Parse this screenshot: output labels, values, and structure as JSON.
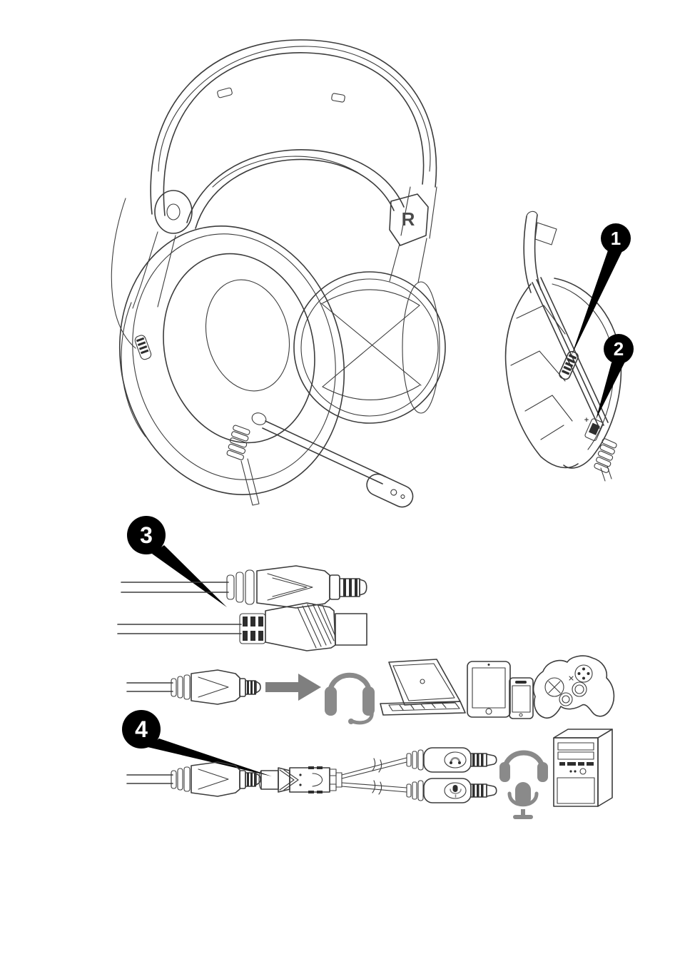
{
  "illustration": {
    "headset": {
      "right_marker": "R"
    },
    "side_view": {
      "volume_plus_label": "+"
    }
  },
  "callouts": [
    {
      "number": "1",
      "points_to": "volume-scroll-wheel"
    },
    {
      "number": "2",
      "points_to": "microphone-mute-switch"
    },
    {
      "number": "3",
      "points_to": "audio-jack-and-usb-plugs"
    },
    {
      "number": "4",
      "points_to": "y-splitter-adapter"
    }
  ],
  "compatibility_row": {
    "cable_icon": "3.5mm-jack-plug",
    "arrow_icon": "right-arrow",
    "device_icons": [
      "gaming-headset",
      "laptop",
      "tablet",
      "smartphone",
      "game-controller"
    ]
  },
  "splitter_row": {
    "cable_icon": "3.5mm-jack-plug",
    "adapter_icon": "y-splitter-adapter",
    "plug_icons": [
      "headphone-plug",
      "microphone-plug"
    ],
    "output_icons": [
      "headphones",
      "microphone"
    ],
    "device_icon": "desktop-pc-tower"
  },
  "colors": {
    "background": "#ffffff",
    "line_art": "#3c3c3c",
    "callout_fill": "#000000",
    "callout_number": "#ffffff",
    "icon_gray": "#8a8a8a",
    "arrow_gray": "#7f7f7f"
  }
}
